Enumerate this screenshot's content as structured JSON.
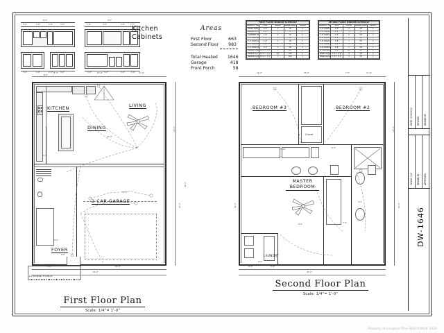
{
  "sheet": {
    "code": "DW-1646",
    "watermark": "Property of Longleaf Pine REALTORS®  2020"
  },
  "cabinets": {
    "heading_line1": "Kitchen",
    "heading_line2": "Cabinets",
    "elevations": [
      {
        "id": "cab-elev-1",
        "overall": "8'-4\"",
        "dims": [
          "3'-0\"",
          "1'-6\"",
          "1'-0\"",
          "3'-0\""
        ]
      },
      {
        "id": "cab-elev-2",
        "overall": "9'-0\"",
        "dims": [
          "1'-6\"",
          "3'-0\"",
          "1'-6\"",
          "1'-6\""
        ]
      },
      {
        "id": "cab-elev-3",
        "overall": "8'-0\"",
        "dims": [
          "3'-0\"",
          "1'-6\"",
          "1'-0\"",
          "3'-0\""
        ]
      },
      {
        "id": "cab-elev-4",
        "overall": "9'-0\"",
        "dims": [
          "1'-6\"",
          "3'-0\"",
          "1'-6\"",
          "1'-0\""
        ]
      }
    ]
  },
  "areas": {
    "title": "Areas",
    "rows": [
      {
        "label": "First Floor",
        "value": "663"
      },
      {
        "label": "Second Floor",
        "value": "983"
      }
    ],
    "totals": [
      {
        "label": "Total Heated",
        "value": "1646"
      },
      {
        "label": "Garage",
        "value": "418"
      },
      {
        "label": "Front Porch",
        "value": "58"
      }
    ]
  },
  "schedules": [
    {
      "id": "first-floor-window-schedule",
      "caption": "FIRST FLOOR WINDOW SCHEDULE",
      "columns": [
        "PRODUCT NAME",
        "SIZE",
        "COUNT",
        "ROUGH WIDTH",
        "HEIGHT"
      ],
      "rows": [
        [
          "SINGLE HUNG 3030 4 / 2",
          "3'-0\"",
          "4",
          "36\"",
          "1"
        ],
        [
          "DOUBLE PICTURE 4 / 2",
          "5'-0\"",
          "2",
          "72\"",
          "1"
        ],
        [
          "CASEMENT TRANSOM 2020",
          "2'-0\"",
          "2",
          "24\"",
          "1"
        ],
        [
          "3'-0\" DOOR SWING",
          "3'-0\"",
          "2",
          "36\"",
          "1"
        ],
        [
          "2'-6\" DOOR SLAB",
          "2'-6\"",
          "4",
          "30\"",
          "1"
        ],
        [
          "2'-8\" DOOR SLAB",
          "2'-8\"",
          "2",
          "32\"",
          "1"
        ],
        [
          "2'-4\" DOOR SLAB",
          "2'-4\"",
          "1",
          "28\"",
          "1"
        ],
        [
          "GARAGE single",
          "16'-0\" x 7'-0\"",
          "1",
          "192\"",
          "1"
        ],
        [
          "GARAGE door",
          "16'-0\" x 7'-0\"",
          "1/2",
          "192\"",
          "1"
        ],
        [
          "GARAGE single",
          "16'-0\" x 7'-0\"",
          "1",
          "192\"",
          "1"
        ]
      ]
    },
    {
      "id": "second-floor-window-schedule",
      "caption": "SECOND FLOOR WINDOW SCHEDULE",
      "columns": [
        "PRODUCT NAME",
        "SIZE",
        "COUNT",
        "ROUGH WIDTH",
        "HEIGHT"
      ],
      "rows": [
        [
          "3'-0\" DOOR UNIT",
          "3'-0\"",
          "2",
          "36\"",
          "1"
        ],
        [
          "2'-6\" DOOR UNIT",
          "2'-6\"",
          "4",
          "30\"",
          "1"
        ],
        [
          "2'-6\" DOOR UNIT",
          "2'-6\"",
          "2",
          "30\"",
          "1"
        ],
        [
          "2'-4\" DOOR UNIT",
          "2'-4\"",
          "2",
          "28\"",
          "1"
        ],
        [
          "2'-8\" DOOR SLAB",
          "2'-8\"",
          "1",
          "32\"",
          "1"
        ],
        [
          "2'-4\" DOOR SLAB",
          "2'-4\"",
          "1",
          "28\"",
          "1"
        ],
        [
          "2'-0\" DOOR SLAB",
          "2'-0\"",
          "1",
          "24\"",
          "1"
        ],
        [
          "BI FOLD casing door unit",
          "5'-0\"",
          "1/2",
          "60\"",
          "1"
        ],
        [
          "SINGLE single",
          "3'-0\" x 5'-0\"",
          "4",
          "36\"",
          "1"
        ],
        [
          "SINGLE single",
          "3'-0\" x 5'-0\"",
          "2",
          "36\"",
          "1"
        ]
      ]
    }
  ],
  "first_floor": {
    "title": "First Floor Plan",
    "scale": "Scale: 1/4\"= 1'-0\"",
    "rooms": [
      {
        "name": "KITCHEN"
      },
      {
        "name": "DINING"
      },
      {
        "name": "LIVING"
      },
      {
        "name": "2 CAR GARAGE"
      },
      {
        "name": "FOYER"
      },
      {
        "name": "COVERED PORCH"
      }
    ],
    "dimensions": {
      "top": [
        "13'-0\"",
        "10'-0\"",
        "11'-0\""
      ],
      "right": [
        "14'-0\"",
        "20'-0\"",
        "39'-0\""
      ],
      "bottom": [
        "9'-0\"",
        "20'-0\"",
        "30'-0\""
      ],
      "interior": [
        "30'-0\"",
        "20'-0\"",
        "8'-0\"",
        "6'-0\"",
        "2'-6\""
      ]
    }
  },
  "second_floor": {
    "title": "Second Floor Plan",
    "scale": "Scale: 1/4\"= 1'-0\"",
    "rooms": [
      {
        "name": "BEDROOM #3"
      },
      {
        "name": "BEDROOM #2"
      },
      {
        "name": "MASTER BEDROOM"
      },
      {
        "name": "LAUNDRY"
      },
      {
        "name": "Closet"
      }
    ],
    "dimensions": {
      "top": [
        "12'-0\"",
        "30'-0\"",
        "7'-0\"",
        "11'-0\""
      ],
      "right": [
        "14'-0\"",
        "20'-0\"",
        "39'-0\""
      ],
      "bottom": [
        "4'-4\"",
        "5'-6\"",
        "30'-0\"",
        "9'-0\""
      ],
      "interior": [
        "3'-10\"",
        "6'-0\"",
        "8'-0\"",
        "5'-0\"",
        "4'-4\""
      ]
    }
  },
  "titleblock": {
    "upper": [
      {
        "label": "DATE: 5/15/2020"
      },
      {
        "label": "REVISED"
      },
      {
        "label": "DRAWN OF"
      }
    ],
    "lower": [
      {
        "label": "SCALE: 1/4\""
      },
      {
        "label": "DRAWN BY"
      },
      {
        "label": "APPROVED"
      }
    ]
  }
}
